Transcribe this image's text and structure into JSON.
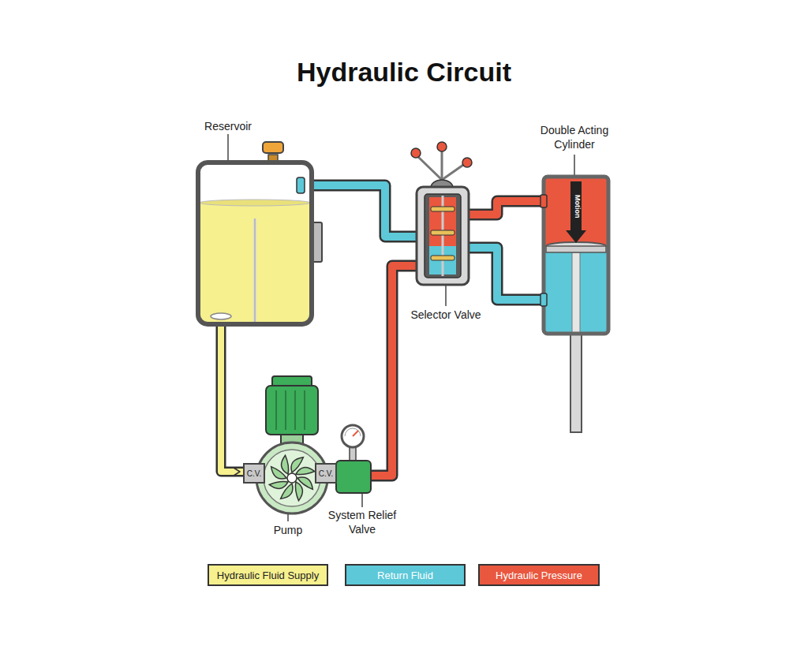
{
  "diagram": {
    "title": "Hydraulic Circuit",
    "nodes": [
      {
        "text": [
          "C.V."
        ]
      },
      {
        "text": [
          "C.V."
        ]
      }
    ],
    "labels": [
      "Reservoir",
      "Double Acting Cylinder",
      "Selector Valve",
      "Motion",
      "Pump",
      "System Relief Valve"
    ],
    "legend": [
      {
        "text": "Hydraulic Fluid Supply",
        "color": "#f6f08e"
      },
      {
        "text": "Return Fluid",
        "color": "#5cc8d8"
      },
      {
        "text": "Hydraulic Pressure",
        "color": "#e9573f"
      }
    ]
  }
}
